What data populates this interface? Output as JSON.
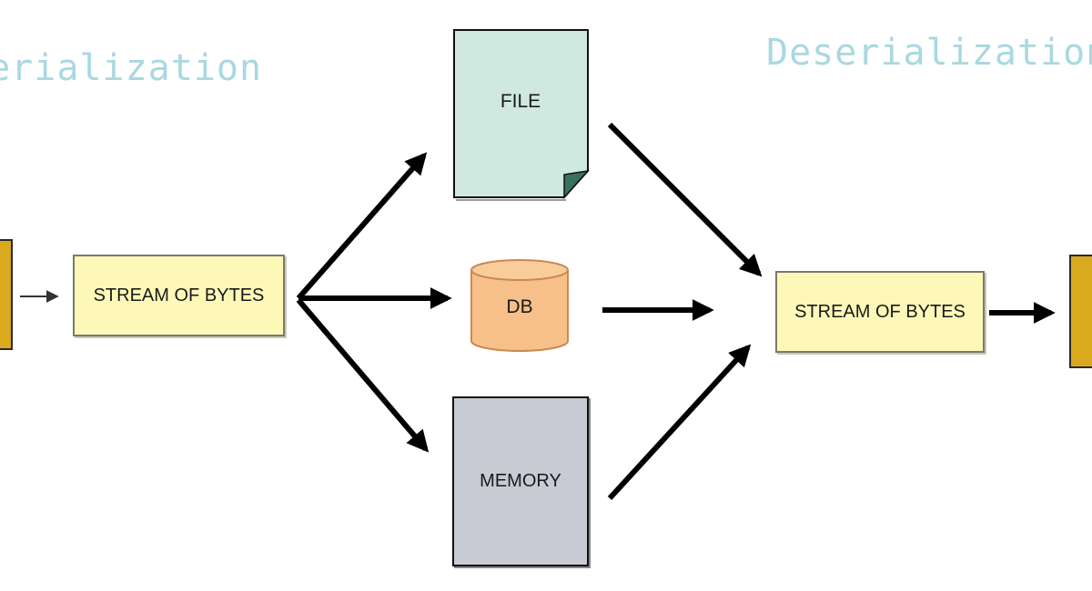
{
  "titles": {
    "left": "Serialization",
    "right": "Deserialization"
  },
  "nodes": {
    "stream_left": "STREAM OF BYTES",
    "file": "FILE",
    "db": "DB",
    "memory": "MEMORY",
    "stream_right": "STREAM OF BYTES"
  },
  "colors": {
    "stream": "#fdf8b8",
    "file": "#cfe8e0",
    "file_corner": "#3a7060",
    "db": "#f7c08a",
    "memory": "#c8cad4",
    "object": "#d9aa1e",
    "title": "#a9d8e0",
    "arrow": "#000000"
  }
}
